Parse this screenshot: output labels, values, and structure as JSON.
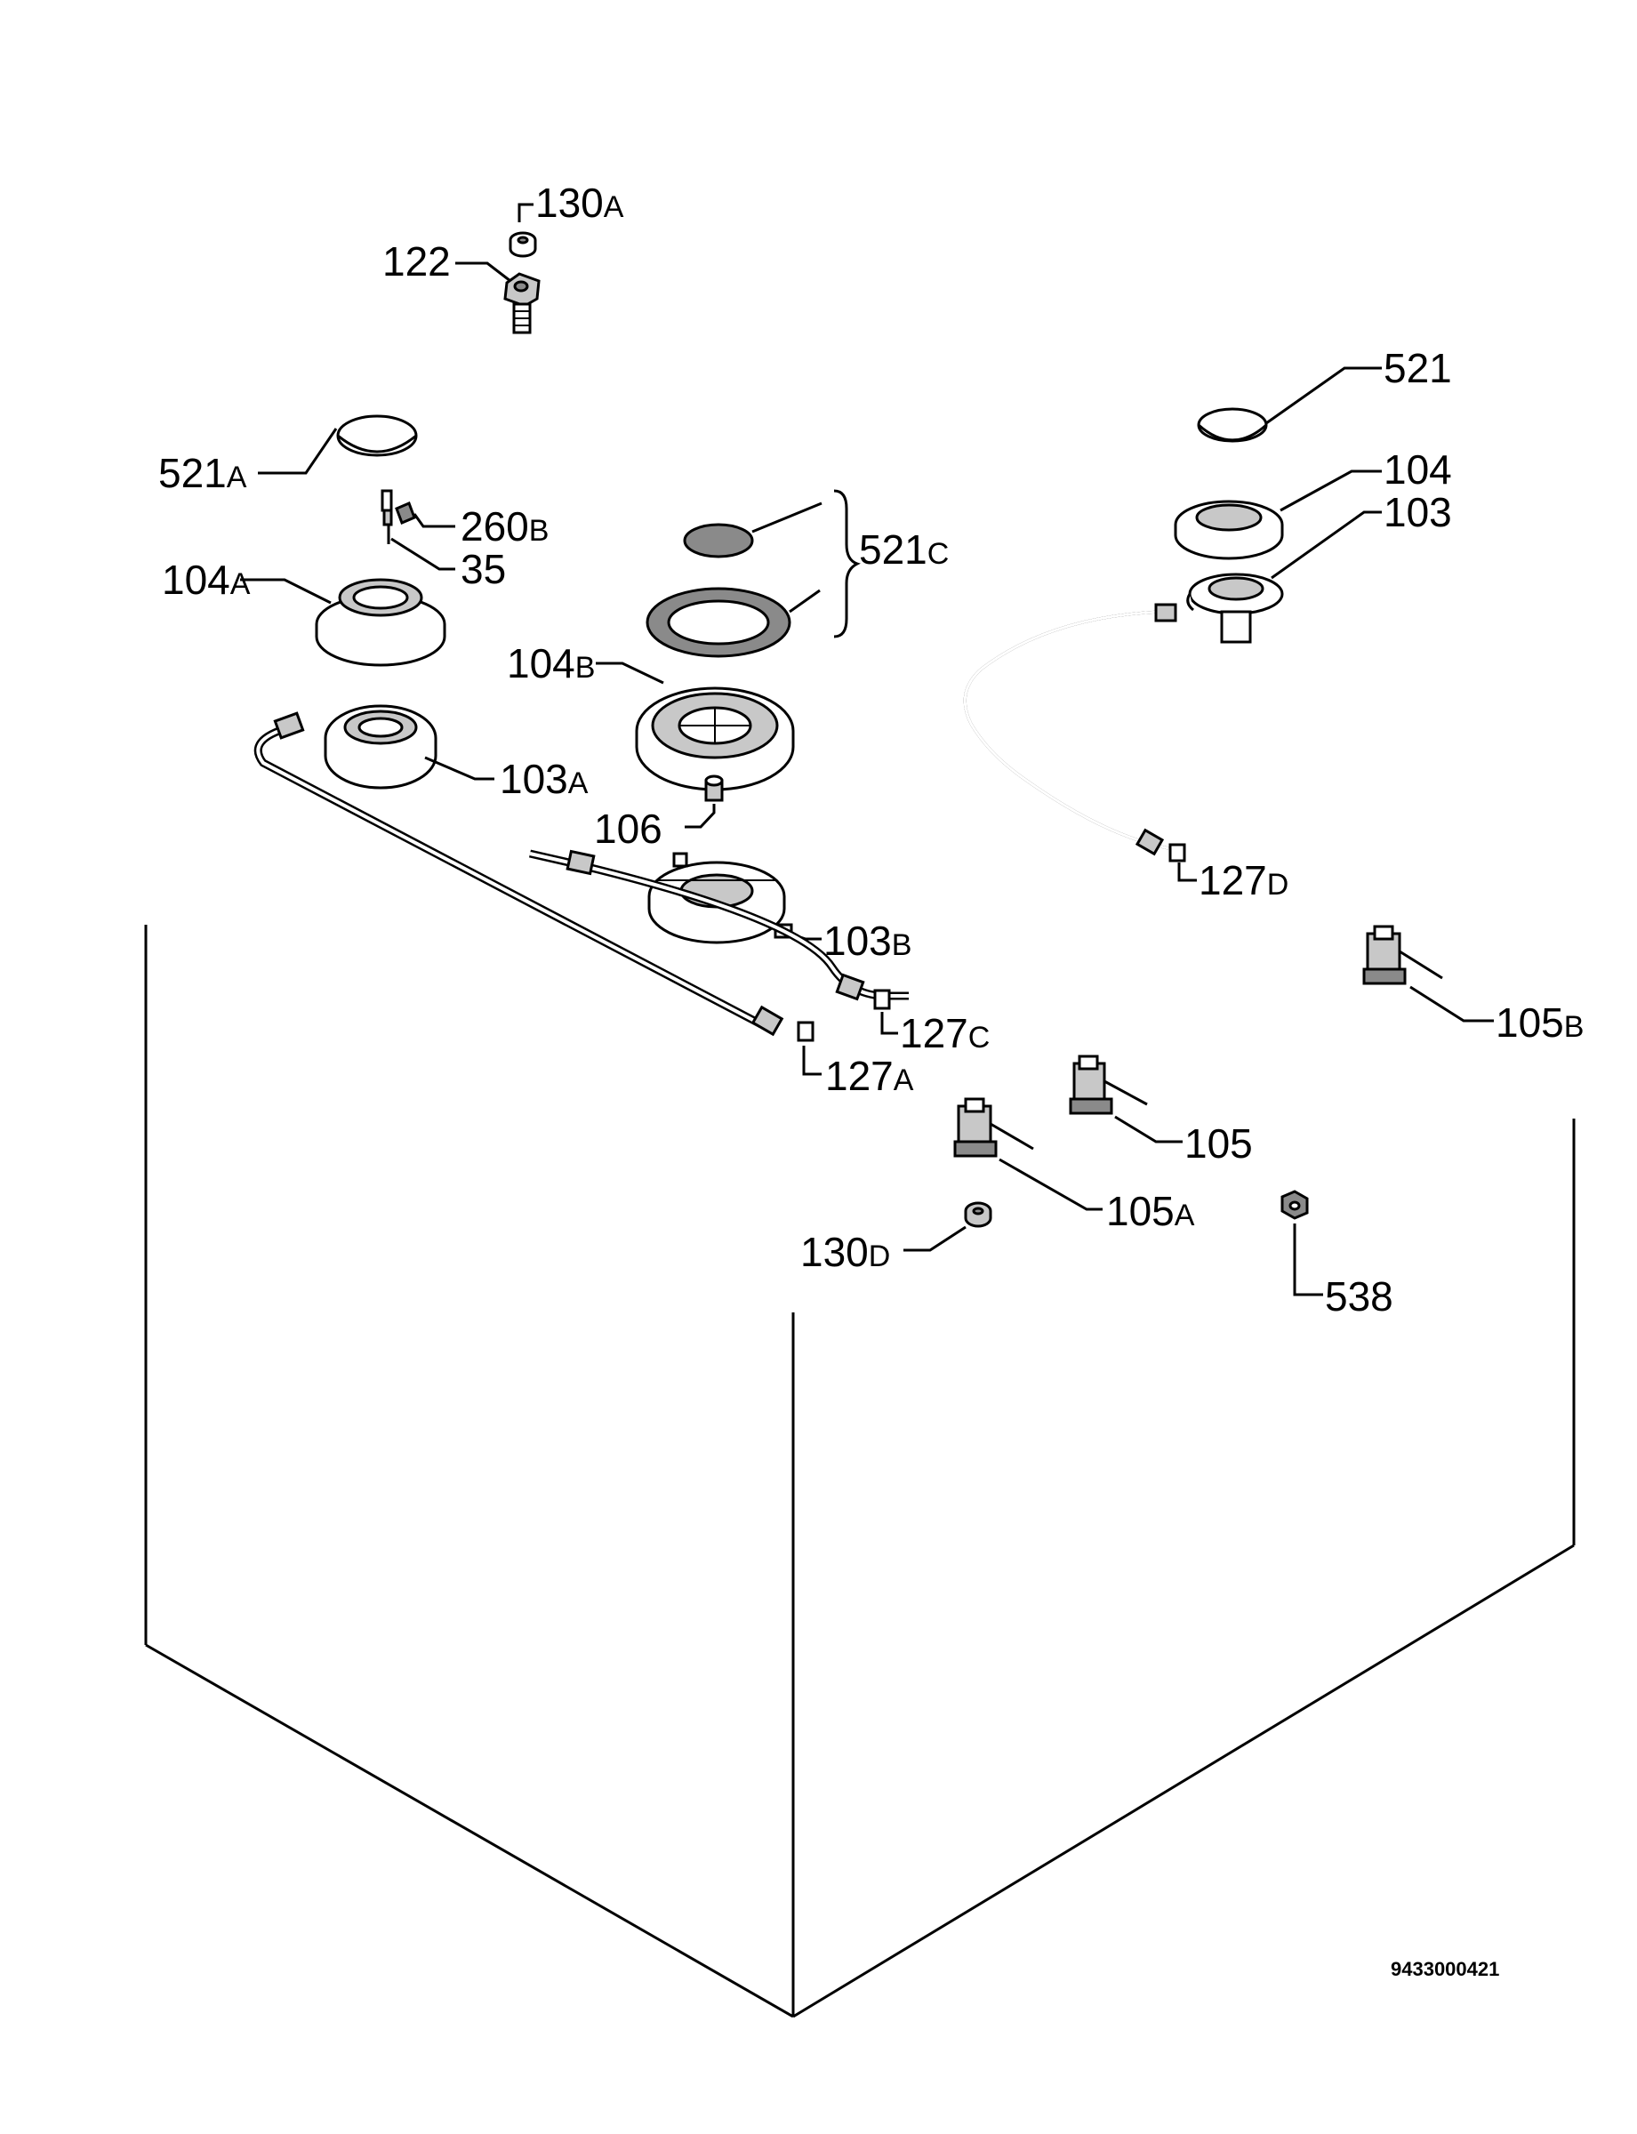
{
  "labels": [
    {
      "id": "130A",
      "num": "130",
      "suffix": "A"
    },
    {
      "id": "122",
      "num": "122",
      "suffix": ""
    },
    {
      "id": "521",
      "num": "521",
      "suffix": ""
    },
    {
      "id": "521A",
      "num": "521",
      "suffix": "A"
    },
    {
      "id": "104",
      "num": "104",
      "suffix": ""
    },
    {
      "id": "103",
      "num": "103",
      "suffix": ""
    },
    {
      "id": "260B",
      "num": "260",
      "suffix": "B"
    },
    {
      "id": "521C",
      "num": "521",
      "suffix": "C"
    },
    {
      "id": "35",
      "num": "35",
      "suffix": ""
    },
    {
      "id": "104A",
      "num": "104",
      "suffix": "A"
    },
    {
      "id": "104B",
      "num": "104",
      "suffix": "B"
    },
    {
      "id": "103A",
      "num": "103",
      "suffix": "A"
    },
    {
      "id": "106",
      "num": "106",
      "suffix": ""
    },
    {
      "id": "127D",
      "num": "127",
      "suffix": "D"
    },
    {
      "id": "103B",
      "num": "103",
      "suffix": "B"
    },
    {
      "id": "105B",
      "num": "105",
      "suffix": "B"
    },
    {
      "id": "127C",
      "num": "127",
      "suffix": "C"
    },
    {
      "id": "127A",
      "num": "127",
      "suffix": "A"
    },
    {
      "id": "105",
      "num": "105",
      "suffix": ""
    },
    {
      "id": "105A",
      "num": "105",
      "suffix": "A"
    },
    {
      "id": "130D",
      "num": "130",
      "suffix": "D"
    },
    {
      "id": "538",
      "num": "538",
      "suffix": ""
    }
  ],
  "drawing_number": "9433000421"
}
